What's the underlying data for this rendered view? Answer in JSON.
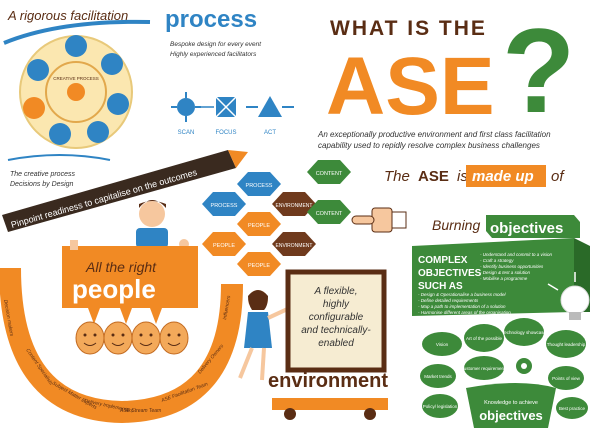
{
  "header": {
    "what_is_the": "WHAT IS THE",
    "ase": "ASE",
    "question_mark": "?",
    "tagline": [
      "An exceptionally productive environment and first class facilitation",
      "capability used to repidly resolve complex business challenges"
    ]
  },
  "process": {
    "title_prefix": "A rigorous facilitation",
    "title_word": "process",
    "notes": [
      "Bespoke design for every event",
      "Highly experienced facilitators"
    ],
    "icons": [
      "SCAN",
      "FOCUS",
      "ACT"
    ],
    "creative": [
      "The creative process",
      "Decisions by Design"
    ],
    "wheel_center": "CREATIVE PROCESS"
  },
  "banner": {
    "text": "Pinpoint readiness to capitalise on the outcomes"
  },
  "hexes": {
    "labels": [
      "PROCESS",
      "CONTENT",
      "PROCESS",
      "PEOPLE",
      "ENVIRONMENT",
      "CONTENT",
      "PEOPLE",
      "ENVIRONMENT",
      "PEOPLE"
    ],
    "colors": {
      "blue": "#2f84c4",
      "orange": "#f18a24",
      "brown": "#6f3a1d",
      "green": "#3d8a3a"
    }
  },
  "made_up": {
    "prefix": "The",
    "ase": "ASE",
    "is": "is",
    "highlight": "made up",
    "suffix": "of"
  },
  "objectives": {
    "burning": "Burning",
    "objectives_word": "objectives",
    "complex_lines": [
      "COMPLEX",
      "OBJECTIVES",
      "SUCH AS"
    ],
    "bullets_top": [
      "- Understand and commit to a vision",
      "- Craft a strategy",
      "- Identify business opportunities",
      "- Design & test a solution",
      "- Mobilise a programme"
    ],
    "bullets_bottom": [
      "- Design & Operationalise a business model",
      "- Define detailed requirements",
      "- Map a path to implementation of a solution",
      "- Harmonise different areas of the organisation"
    ]
  },
  "people": {
    "all_right": "All the right",
    "people_word": "people",
    "arc_labels": [
      "Decision makers",
      "Content Specialists",
      "Subject Matter Experts",
      "Delivery Implementers",
      "ASE Stream Team",
      "ASE Facilitation Team",
      "Delivery Owners",
      "Influencers"
    ]
  },
  "environment": {
    "quote": [
      "A flexible,",
      "highly",
      "configurable",
      "and technically-",
      "enabled"
    ],
    "word": "environment"
  },
  "bubbles": {
    "labels": [
      "Vision",
      "Art of the possible",
      "Technology showcase",
      "Thought leadership",
      "Market trends",
      "Customer requirements",
      "Points of view",
      "Policy/ legislation",
      "Best practice"
    ],
    "pot_text": [
      "Knowledge to achieve",
      "objectives"
    ]
  },
  "colors": {
    "orange": "#f18a24",
    "brown": "#5a2d14",
    "blue": "#2f84c4",
    "green": "#3d8a3a",
    "cream": "#f6ecd2"
  }
}
